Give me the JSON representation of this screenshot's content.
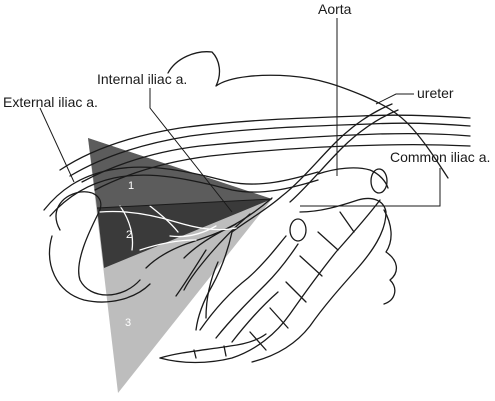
{
  "labels": {
    "aorta": "Aorta",
    "ureter": "ureter",
    "internal_iliac": "Internal iliac a.",
    "external_iliac": "External iliac a.",
    "common_iliac": "Common iliac a."
  },
  "zones": {
    "zone1": "1",
    "zone2": "2",
    "zone3": "3"
  },
  "colors": {
    "line": "#1a1a1a",
    "zone1_fill": "#5a5a5a",
    "zone2_fill": "#3a3a3a",
    "zone3_fill": "#bdbdbd"
  }
}
